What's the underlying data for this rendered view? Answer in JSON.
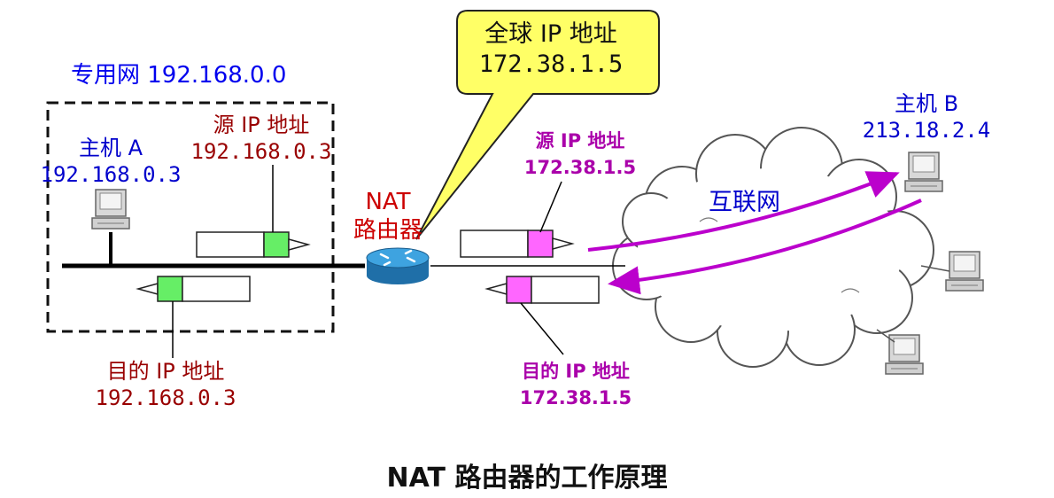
{
  "private_network": {
    "label": "专用网 192.168.0.0"
  },
  "host_a": {
    "name": "主机 A",
    "ip": "192.168.0.3"
  },
  "host_b": {
    "name": "主机 B",
    "ip": "213.18.2.4"
  },
  "private_source": {
    "label": "源 IP 地址",
    "ip": "192.168.0.3"
  },
  "private_destination": {
    "label": "目的 IP 地址",
    "ip": "192.168.0.3"
  },
  "nat_router": {
    "line1": "NAT",
    "line2": "路由器"
  },
  "global_callout": {
    "label": "全球 IP 地址",
    "ip": "172.38.1.5"
  },
  "public_source": {
    "label": "源 IP 地址",
    "ip": "172.38.1.5"
  },
  "public_destination": {
    "label": "目的 IP 地址",
    "ip": "172.38.1.5"
  },
  "internet": {
    "label": "互联网"
  },
  "caption": "NAT 路由器的工作原理",
  "colors": {
    "private_label": "#0000ee",
    "private_ip_label": "#990000",
    "public_ip_label": "#aa00aa",
    "callout_fill": "#ffff66",
    "private_packet_header": "#66ee66",
    "public_packet_header": "#ff66ff",
    "router_fill": "#2a8cc8",
    "arrow": "#bb00cc"
  },
  "icons": [
    "computer-icon",
    "router-icon",
    "cloud-icon",
    "packet-icon"
  ]
}
